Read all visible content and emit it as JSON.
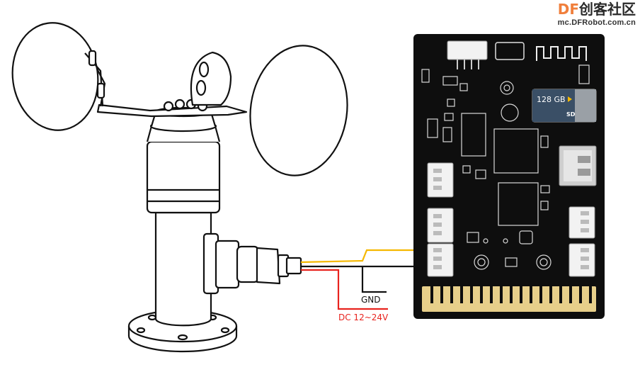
{
  "watermark": {
    "prefix": "DF",
    "name": "创客社区",
    "url": "mc.DFRobot.com.cn"
  },
  "board": {
    "sd_card_label": "128 GB",
    "sd_card_logo": "SD"
  },
  "wires": {
    "gnd_label": "GND",
    "power_label": "DC 12~24V",
    "signal_color": "#f5b800",
    "ground_color": "#111111",
    "power_color": "#e8231e"
  }
}
